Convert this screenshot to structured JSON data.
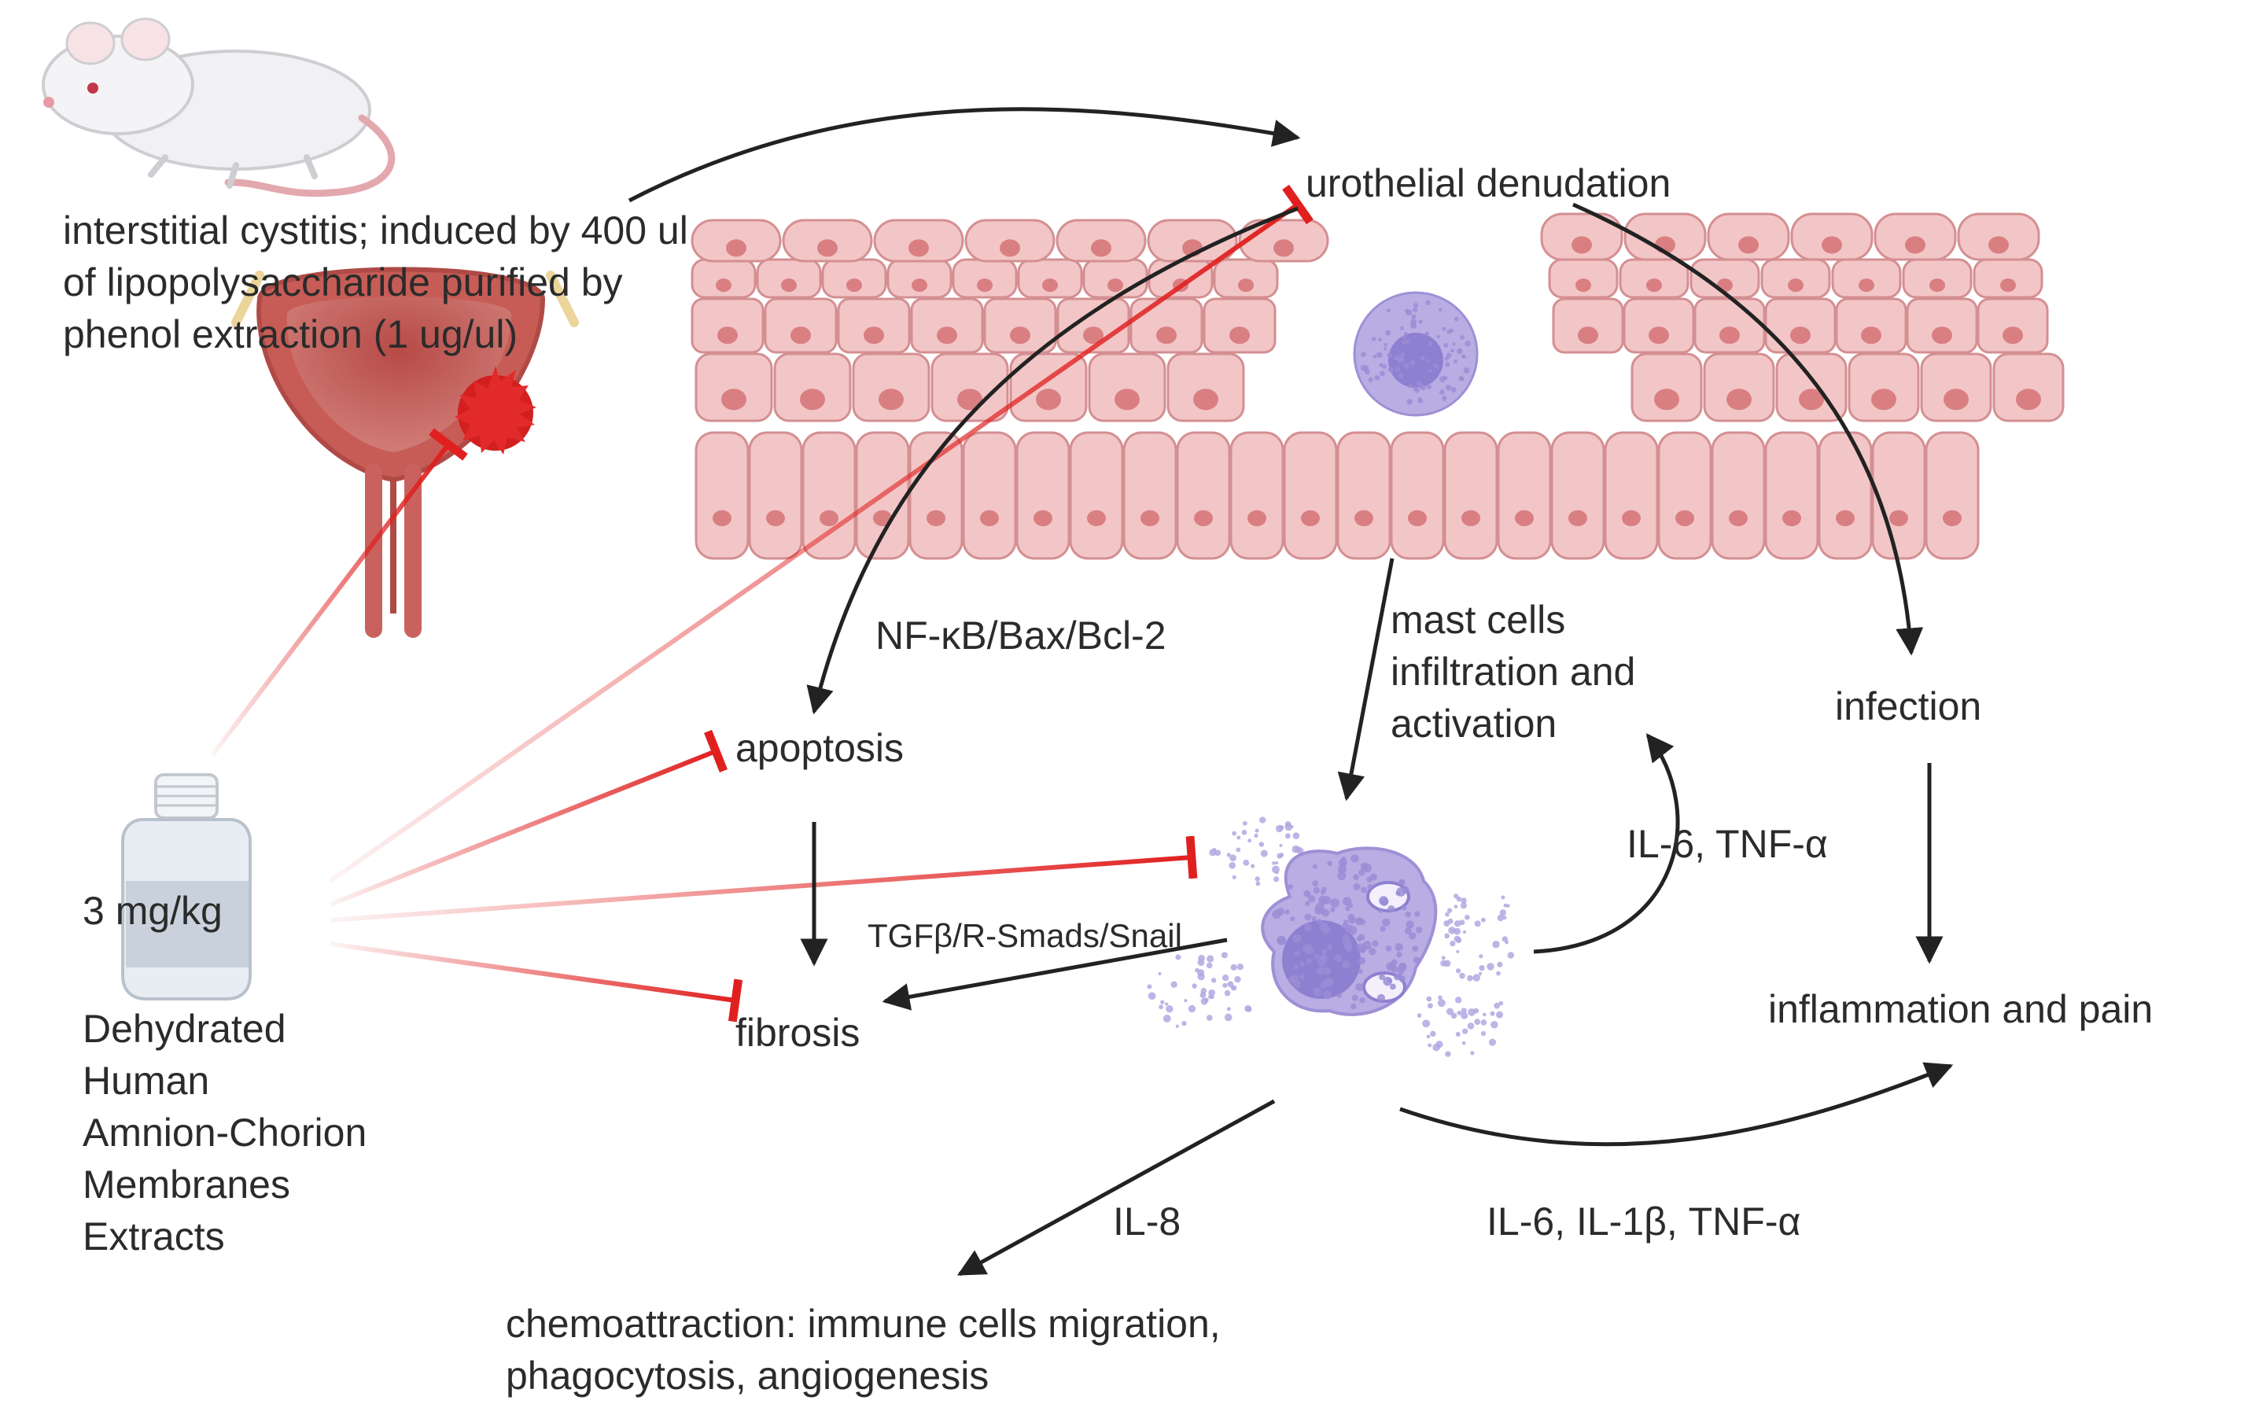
{
  "model": {
    "lines": [
      "interstitial cystitis; induced by 400 ul",
      "of lipopolysaccharide purified by",
      "phenol extraction (1 ug/ul)"
    ]
  },
  "dose": "3 mg/kg",
  "treatment": {
    "lines": [
      "Dehydrated",
      "Human",
      "Amnion-Chorion",
      "Membranes",
      "Extracts"
    ]
  },
  "nodes": {
    "urothelial_denudation": "urothelial denudation",
    "apoptosis": "apoptosis",
    "fibrosis": "fibrosis",
    "infection": "infection",
    "inflammation_pain": "inflammation and pain",
    "mast_cells": [
      "mast cells",
      "infiltration and",
      "activation"
    ],
    "chemoattraction": [
      "chemoattraction: immune cells migration,",
      "phagocytosis, angiogenesis"
    ]
  },
  "edge_labels": {
    "apoptosis_pathway": "NF-κB/Bax/Bcl-2",
    "fibrosis_pathway": "TGFβ/R-Smads/Snail",
    "mast_feedback": "IL-6, TNF-α",
    "chemo_signal": "IL-8",
    "inflammation_signal": "IL-6, IL-1β, TNF-α"
  },
  "colors": {
    "inhibition": "#e0201f",
    "activation": "#222222",
    "tissue_fill": "#f2c6c6",
    "tissue_stroke": "#d48f92",
    "nucleus": "#d97f82",
    "mast_cell": "#b9ade3",
    "mast_nucleus": "#8e80d0",
    "bladder": "#c9625e"
  }
}
